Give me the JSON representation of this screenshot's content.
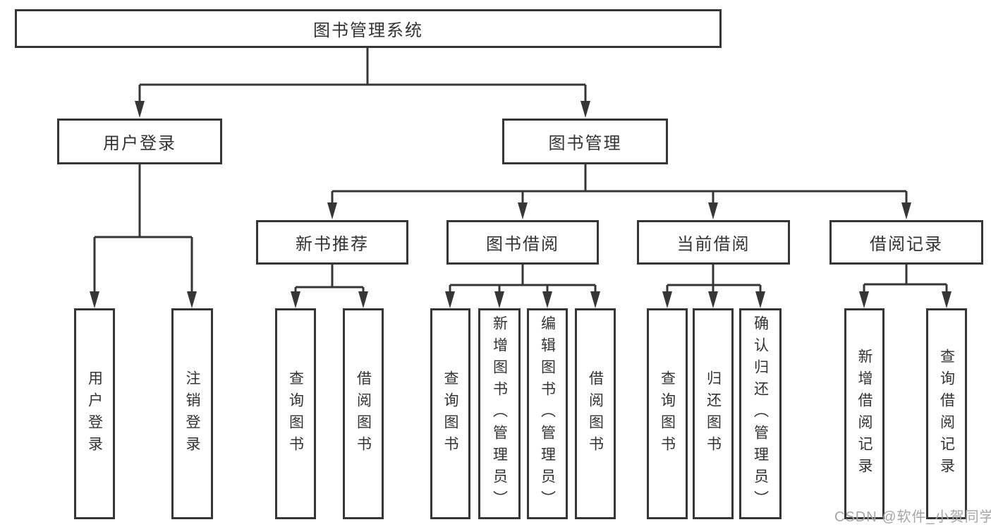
{
  "diagram": {
    "root": {
      "label": "图书管理系统"
    },
    "children": [
      {
        "label": "用户登录",
        "children": [
          {
            "label": "用户登录"
          },
          {
            "label": "注销登录"
          }
        ]
      },
      {
        "label": "图书管理",
        "children": [
          {
            "label": "新书推荐",
            "children": [
              {
                "label": "查询图书"
              },
              {
                "label": "借阅图书"
              }
            ]
          },
          {
            "label": "图书借阅",
            "children": [
              {
                "label": "查询图书"
              },
              {
                "label": "新增图书（管理员）"
              },
              {
                "label": "编辑图书（管理员）"
              },
              {
                "label": "借阅图书"
              }
            ]
          },
          {
            "label": "当前借阅",
            "children": [
              {
                "label": "查询图书"
              },
              {
                "label": "归还图书"
              },
              {
                "label": "确认归还（管理员）"
              }
            ]
          },
          {
            "label": "借阅记录",
            "children": [
              {
                "label": "新增借阅记录"
              },
              {
                "label": "查询借阅记录"
              }
            ]
          }
        ]
      }
    ]
  },
  "watermark": {
    "text": "CSDN @软件_小贺同学",
    "color": "#a6a6a6"
  },
  "colors": {
    "line": "#363636",
    "box_border": "#363636",
    "box_background": "#ffffff",
    "text": "#333333",
    "background": "#ffffff"
  }
}
